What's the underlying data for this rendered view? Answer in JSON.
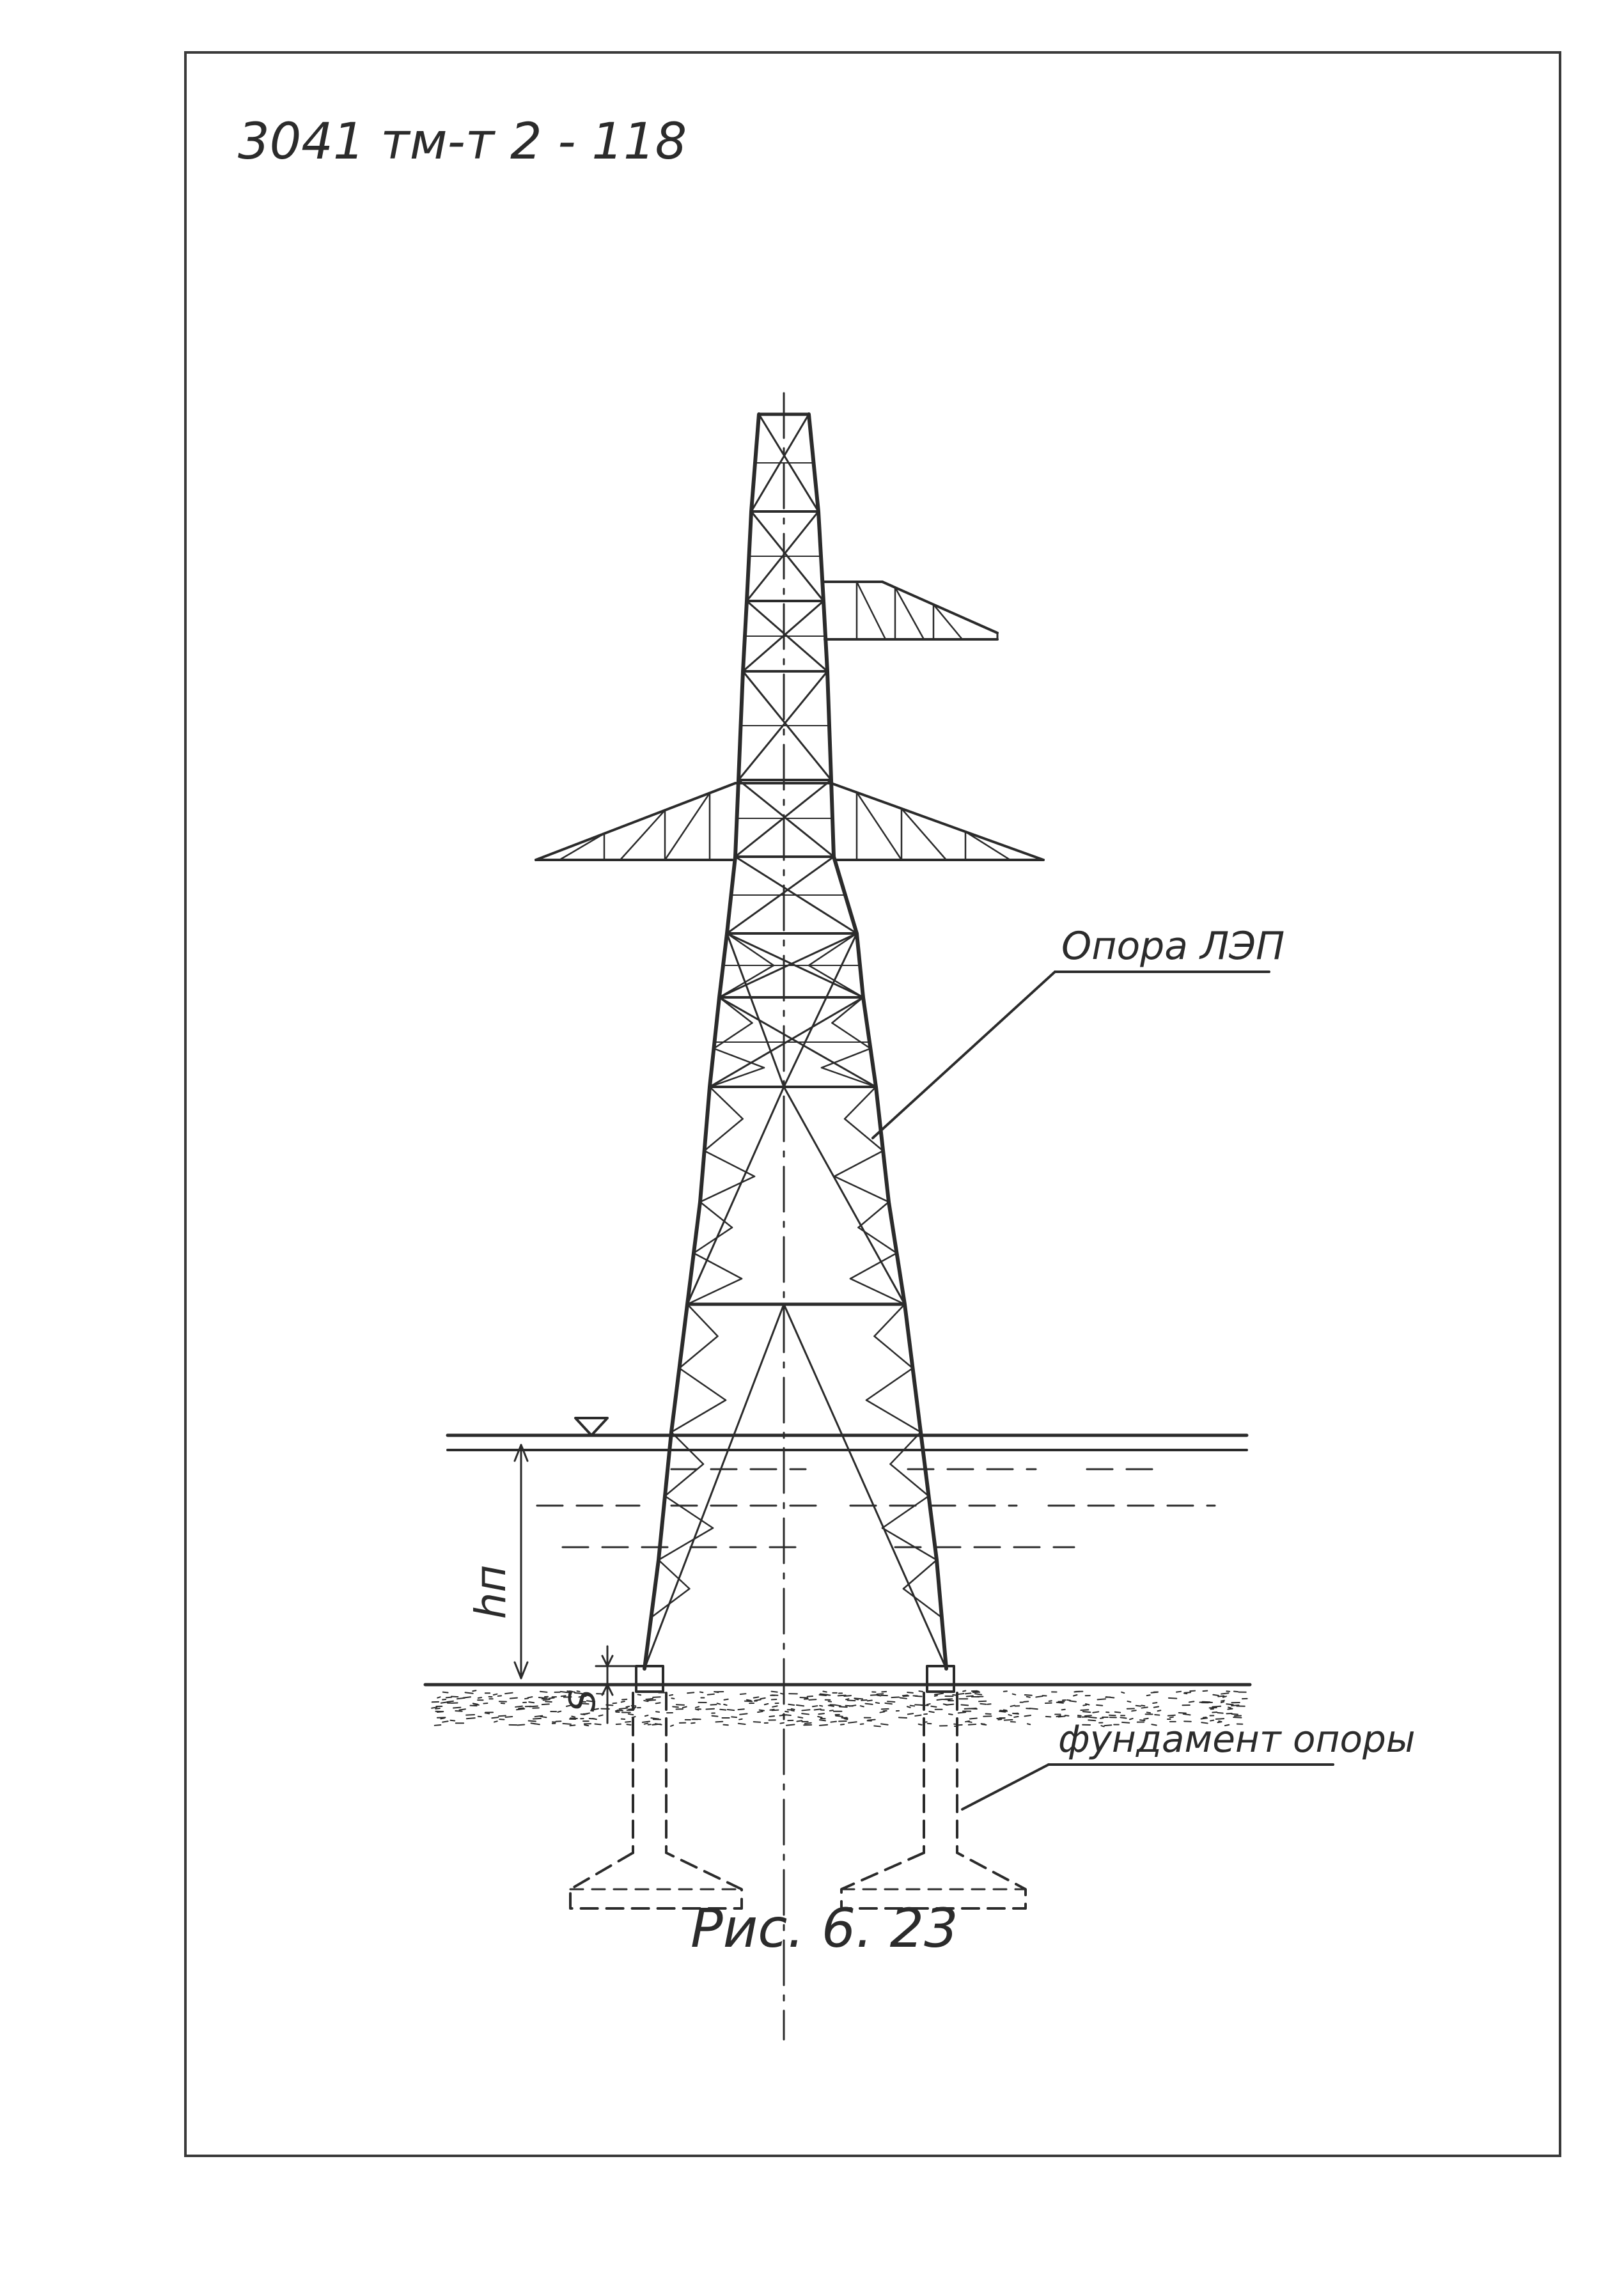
{
  "document": {
    "code": "3041 тм-т 2 - 118",
    "caption": "Рис. 6. 23"
  },
  "labels": {
    "tower": "Опора ЛЭП",
    "foundation": "фундамент опоры",
    "depth": "hп",
    "scour": "S"
  },
  "colors": {
    "ink": "#2b2b2b",
    "paper": "#ffffff"
  }
}
